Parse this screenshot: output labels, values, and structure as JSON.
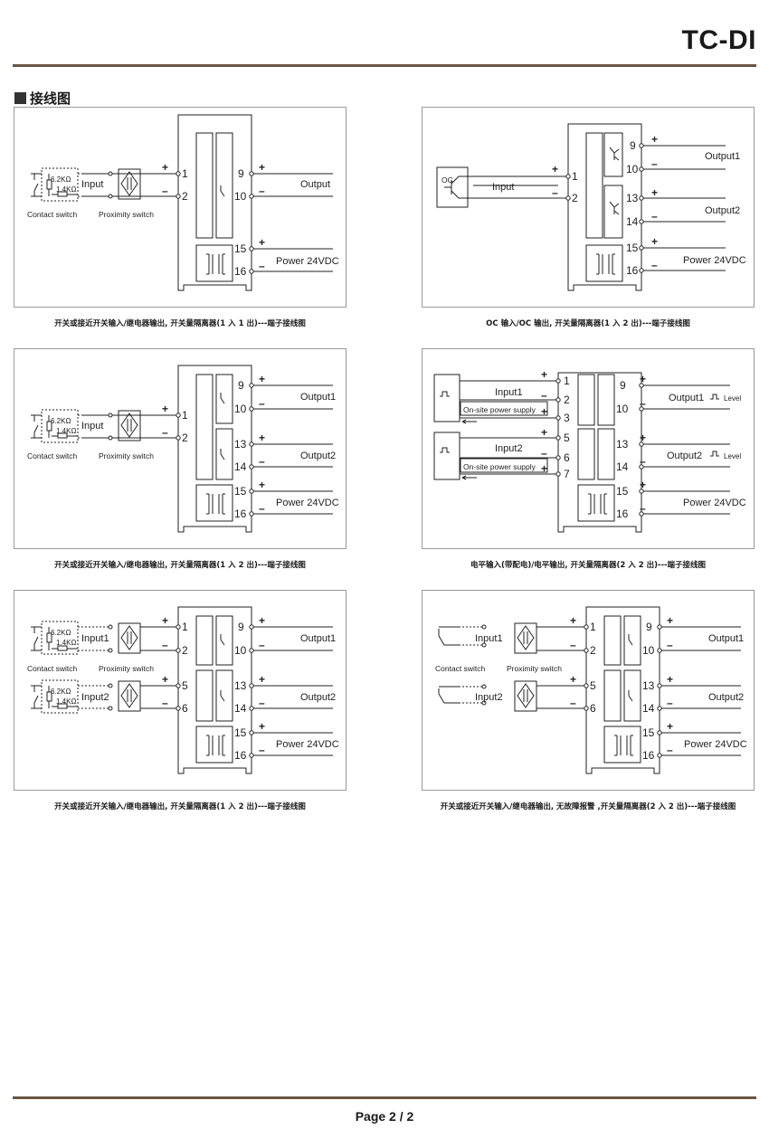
{
  "header": {
    "title": "TC-DI"
  },
  "section": {
    "title": "接线图"
  },
  "diagrams": [
    {
      "caption": "开关或接近开关输入/继电器输出, 开关量隔离器(1 入 1 出)---端子接线图",
      "terminals": [
        "1",
        "2",
        "9",
        "10",
        "15",
        "16"
      ],
      "labels": {
        "input": "Input",
        "r1": "6.2KΩ",
        "r2": "1.4KΩ",
        "contact": "Contact switch",
        "proximity": "Proximity switch",
        "output": "Output",
        "power": "Power 24VDC"
      }
    },
    {
      "caption": "OC 输入/OC 输出, 开关量隔离器(1 入 2 出)---端子接线图",
      "terminals": [
        "1",
        "2",
        "9",
        "10",
        "13",
        "14",
        "15",
        "16"
      ],
      "labels": {
        "oc": "OC",
        "input": "Input",
        "output1": "Output1",
        "output2": "Output2",
        "power": "Power 24VDC"
      }
    },
    {
      "caption": "开关或接近开关输入/继电器输出, 开关量隔离器(1 入 2 出)---端子接线图",
      "terminals": [
        "1",
        "2",
        "9",
        "10",
        "13",
        "14",
        "15",
        "16"
      ],
      "labels": {
        "input": "Input",
        "r1": "6.2KΩ",
        "r2": "1.4KΩ",
        "contact": "Contact switch",
        "proximity": "Proximity switch",
        "output1": "Output1",
        "output2": "Output2",
        "power": "Power 24VDC"
      }
    },
    {
      "caption": "电平输入(带配电)/电平输出, 开关量隔离器(2 入 2 出)---端子接线图",
      "terminals": [
        "1",
        "2",
        "3",
        "5",
        "6",
        "7",
        "9",
        "10",
        "13",
        "14",
        "15",
        "16"
      ],
      "labels": {
        "input1": "Input1",
        "input2": "Input2",
        "onsite": "On-site power supply",
        "output1": "Output1",
        "output2": "Output2",
        "level": "Level",
        "power": "Power 24VDC"
      }
    },
    {
      "caption": "开关或接近开关输入/继电器输出, 开关量隔离器(1 入 2 出)---端子接线图",
      "terminals": [
        "1",
        "2",
        "5",
        "6",
        "9",
        "10",
        "13",
        "14",
        "15",
        "16"
      ],
      "labels": {
        "input1": "Input1",
        "input2": "Input2",
        "r1": "6.2KΩ",
        "r2": "1.4KΩ",
        "contact": "Contact switch",
        "proximity": "Proximity switch",
        "output1": "Output1",
        "output2": "Output2",
        "power": "Power 24VDC"
      }
    },
    {
      "caption": "开关或接近开关输入/继电器输出, 无故障报警 ,开关量隔离器(2 入 2 出)---端子接线图",
      "terminals": [
        "1",
        "2",
        "5",
        "6",
        "9",
        "10",
        "13",
        "14",
        "15",
        "16"
      ],
      "labels": {
        "input1": "Input1",
        "input2": "Input2",
        "contact": "Contact switch",
        "proximity": "Proximity switch",
        "output1": "Output1",
        "output2": "Output2",
        "power": "Power 24VDC"
      }
    }
  ],
  "footer": {
    "page": "Page 2 / 2"
  }
}
